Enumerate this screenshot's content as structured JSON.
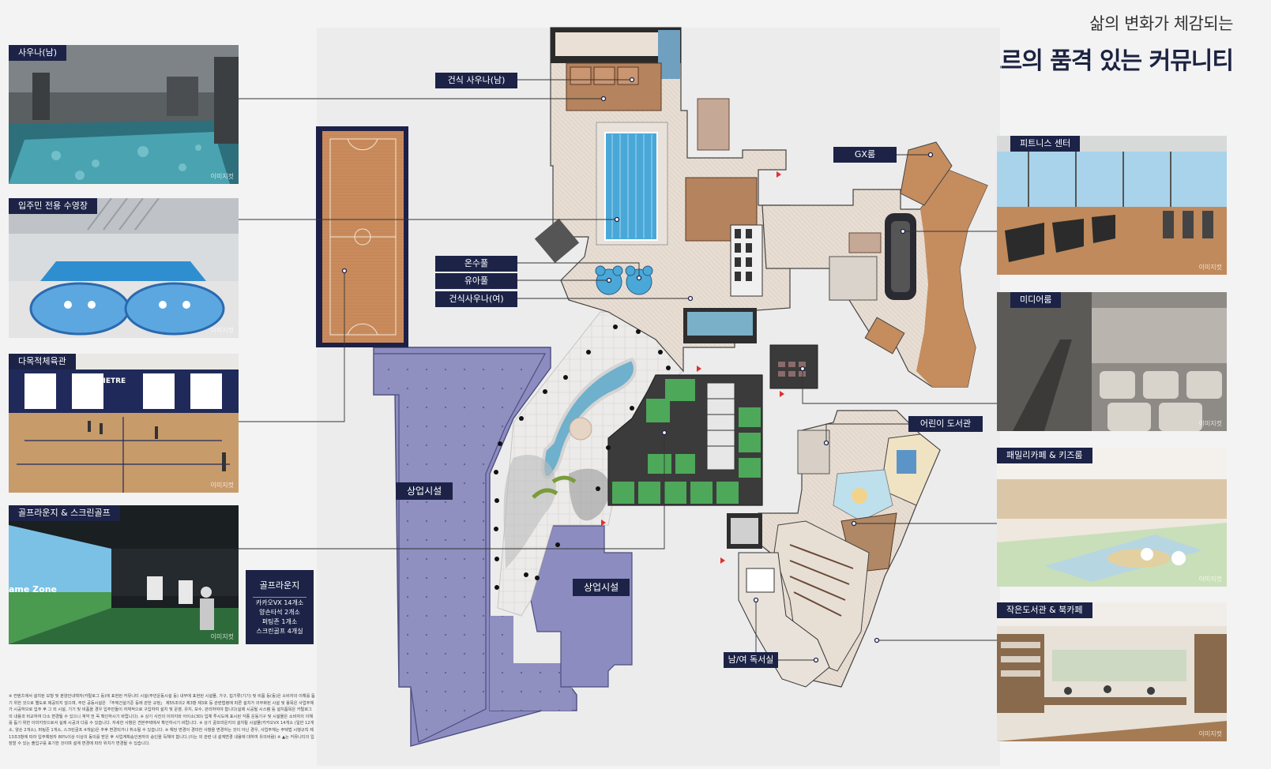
{
  "heading": {
    "subtitle": "삶의 변화가 체감되는",
    "title": "디에트르의 품격 있는 커뮤니티"
  },
  "image_note": "이미지컷",
  "left_panels": [
    {
      "label": "사우나(남)"
    },
    {
      "label": "입주민 전용 수영장"
    },
    {
      "label": "다목적체육관"
    },
    {
      "label": "골프라운지 & 스크린골프"
    }
  ],
  "right_panels": [
    {
      "label": "피트니스 센터"
    },
    {
      "label": "미디어룸"
    },
    {
      "label": "패밀리카페 & 키즈룸"
    },
    {
      "label": "작은도서관 & 북카페"
    }
  ],
  "map_labels": {
    "sauna_m": "건식 사우나(남)",
    "gx": "GX룸",
    "warm_pool": "온수풀",
    "kids_pool": "유아풀",
    "sauna_f": "건식사우나(여)",
    "kids_library": "어린이 도서관",
    "reading_room": "남/여 독서실",
    "commercial_1": "상업시설",
    "commercial_2": "상업시설"
  },
  "golf_box": {
    "title": "골프라운지",
    "lines": [
      "카카오VX 14개소",
      "양손타석 2개소",
      "퍼팅존 1개소",
      "스크린골프 4개실"
    ]
  },
  "screen_text": {
    "banner": "DIETRE",
    "golf_screen": "ame Zone"
  },
  "disclaimer": "※ 컨텐츠에서 설치된 모형 및 분양안내책자(카탈로그 등)에 표현된 커뮤니티 시설(주민운동시설 등) 내부에 표현된 시설물, 가구, 집기류(기기) 및 비품 등(동)은 소비자의 이해를 돕기 위한 것으로 별도로 제공되지 않으며, 주민 공동시설은 「주택건설기준 등에 관한 규정」 제55조의2 제3항 제3호 등 관련법령에 따른 설치가 의무화된 시설 및 용목은 사업주체가 시공하므로 입주 후 그 외 시설, 기기 및 비품을 경우 입주민들이 자체적으로 구입하여 설치 및 운영, 유지, 보수, 관리하여야 합니다(실제 시공될 시스템 등 설치품목은 카탈로그의 내용과 비교하여 다소 변경될 수 있으니 계약 전 꼭 확인하시기 바랍니다). ※ 상기 사진의 이미지와 아이소(3D) 입체 투시도에 표시된 각종 운동기구 및 시설물은 소비자의 이해를 돕기 위한 이미지컷으로서 실제 시공과 다를 수 있습니다. 자세한 사항은 견본주택에서 확인하시기 바랍니다. ※ 상기 골프라운지의 설치될 시설물(카카오VX 14개소 (일반 12개소, 양손 2개소), 퍼팅존 1개소, 스크린골프 4개실)은 추후 변경되거나 취소될 수 있습니다. ※ 해당 변경이 경미한 사항을 변경하는 것이 아닌 경우, 사업주체는 주택법 시행규칙 제13조3항에 따라 입주예정자 80%이상 이상의 동의를 받은 후 사업계획승인권자의 승인을 득해야 합니다.(이는 외 관련 내 설계변경 내용에 대하여 유의바람) ※ ▲는 커뮤니티의 입장할 수 있는 출입구를 표기한 것이며 설계 변경에 따라 위치가 변경될 수 있습니다."
}
